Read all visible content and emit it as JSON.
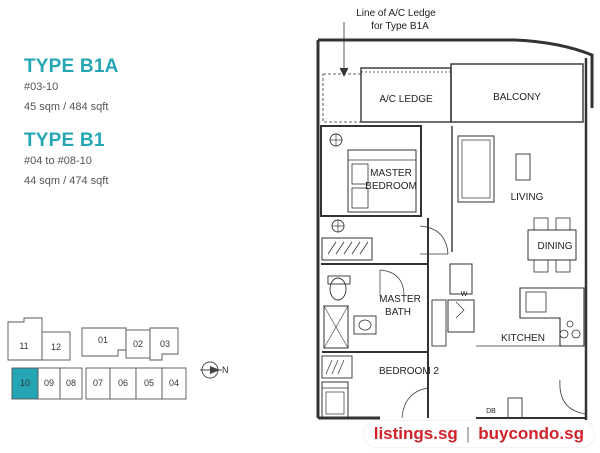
{
  "types": [
    {
      "name": "TYPE B1A",
      "units": "#03-10",
      "area": "45 sqm / 484 sqft"
    },
    {
      "name": "TYPE B1",
      "units": "#04 to #08-10",
      "area": "44 sqm / 474 sqft"
    }
  ],
  "key_plan": {
    "units_top": [
      "11",
      "12",
      "01",
      "02",
      "03"
    ],
    "units_bottom": [
      "10",
      "09",
      "08",
      "07",
      "06",
      "05",
      "04"
    ],
    "highlight": "10",
    "north": "N",
    "highlight_color": "#25a6b5"
  },
  "floorplan": {
    "ledge_note": [
      "Line of A/C Ledge",
      "for Type B1A"
    ],
    "rooms": {
      "ac_ledge": "A/C LEDGE",
      "balcony": "BALCONY",
      "master_bedroom": [
        "MASTER",
        "BEDROOM"
      ],
      "living": "LIVING",
      "dining": "DINING",
      "master_bath": [
        "MASTER",
        "BATH"
      ],
      "kitchen": "KITCHEN",
      "bedroom2": "BEDROOM 2",
      "w": "W",
      "db": "DB"
    }
  },
  "watermark": {
    "left": "listings.sg",
    "sep": "|",
    "right": "buycondo.sg",
    "color": "#d1232a"
  }
}
